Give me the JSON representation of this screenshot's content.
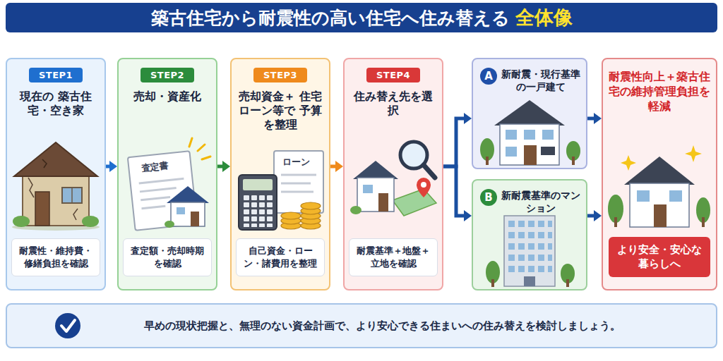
{
  "diagram": {
    "title": "築古住宅から耐震性の高い住宅へ住み替える",
    "nodes": [
      {
        "text": [
          "STEP1",
          "現在の 築古住宅・空き家"
        ]
      },
      {
        "text": [
          "耐震性・維持費・修繕負担を確認"
        ],
        "in": 0
      },
      {
        "text": [
          "STEP2",
          "売却・資産化"
        ]
      },
      {
        "text": [
          "査定額・売却時期を確認"
        ],
        "in": 2
      },
      {
        "text": [
          "STEP3",
          "売却資金＋ 住宅ローン等で 予算を整理"
        ]
      },
      {
        "text": [
          "自己資金・ローン・諸費用を整理"
        ],
        "in": 4
      },
      {
        "text": [
          "STEP4",
          "住み替え先を選択"
        ]
      },
      {
        "text": [
          "耐震基準＋地盤＋立地を確認"
        ],
        "in": 6
      },
      {
        "text": [
          "A",
          "新耐震・現行基準の一戸建て"
        ]
      },
      {
        "text": [
          "B",
          "新耐震基準のマンション"
        ]
      },
      {
        "text": [
          "耐震性向上＋築古住宅の維持管理負担を軽減"
        ]
      },
      {
        "text": [
          "より安全・安心な暮らしへ"
        ],
        "in": 10
      },
      {
        "text": [
          "早めの現状把握と、無理のない資金計画で、より安心できる住まいへの住み替えを検討しましょう。"
        ]
      }
    ],
    "edges": [
      {
        "from": 0,
        "to": 2,
        "arrow": "to"
      },
      {
        "from": 2,
        "to": 4,
        "arrow": "to"
      },
      {
        "from": 4,
        "to": 6,
        "arrow": "to"
      },
      {
        "from": 6,
        "to": 8,
        "arrow": "to"
      },
      {
        "from": 6,
        "to": 9,
        "arrow": "to"
      },
      {
        "from": 8,
        "to": 10,
        "arrow": "to"
      },
      {
        "from": 9,
        "to": 10,
        "arrow": "to"
      }
    ],
    "labels": [
      "全体像",
      "査定書",
      "ローン"
    ]
  }
}
